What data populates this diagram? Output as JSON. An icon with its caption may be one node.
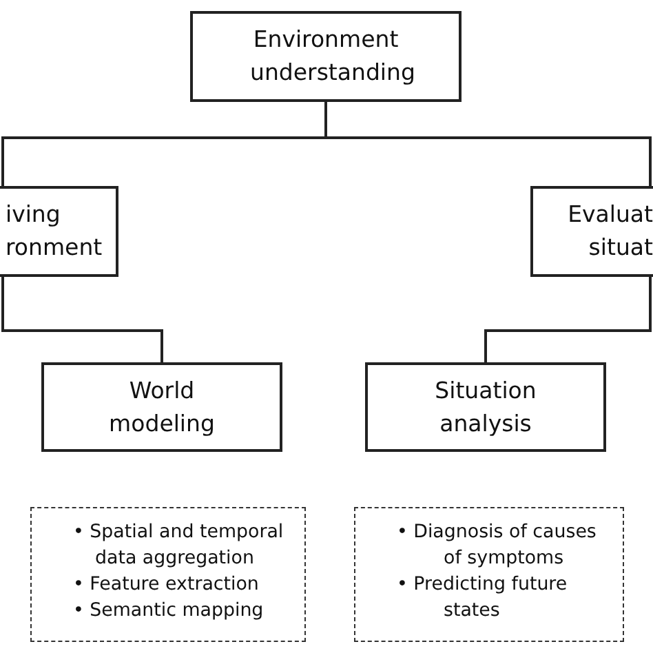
{
  "diagram": {
    "nodes": [
      {
        "text": [
          "Environment understanding"
        ]
      },
      {
        "text": [
          "iving ronment"
        ]
      },
      {
        "text": [
          "Evaluat situat"
        ]
      },
      {
        "text": [
          "World modeling"
        ]
      },
      {
        "text": [
          "Situation analysis"
        ]
      },
      {
        "text": [
          "• Spatial and temporal data aggregation",
          "• Feature extraction",
          "• Semantic mapping"
        ]
      },
      {
        "text": [
          "• Diagnosis of causes of symptoms",
          "• Predicting future states"
        ]
      }
    ],
    "edges": [
      {
        "from": 0,
        "to": 1,
        "arrow": "none"
      },
      {
        "from": 0,
        "to": 2,
        "arrow": "none"
      },
      {
        "from": 1,
        "to": 3,
        "arrow": "none"
      },
      {
        "from": 2,
        "to": 4,
        "arrow": "none"
      }
    ]
  }
}
